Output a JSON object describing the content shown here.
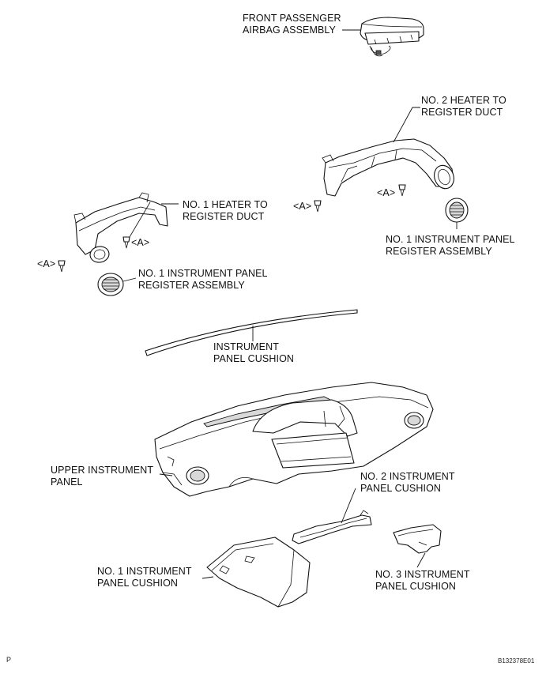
{
  "labels": {
    "airbag": [
      "FRONT PASSENGER",
      "AIRBAG ASSEMBLY"
    ],
    "heater_duct_2": [
      "NO. 2 HEATER TO",
      "REGISTER DUCT"
    ],
    "heater_duct_1": [
      "NO. 1 HEATER TO",
      "REGISTER DUCT"
    ],
    "register_right": [
      "NO. 1 INSTRUMENT PANEL",
      "REGISTER ASSEMBLY"
    ],
    "register_left": [
      "NO. 1 INSTRUMENT PANEL",
      "REGISTER ASSEMBLY"
    ],
    "panel_cushion": [
      "INSTRUMENT",
      "PANEL CUSHION"
    ],
    "upper_panel": [
      "UPPER INSTRUMENT",
      "PANEL"
    ],
    "cushion_2": [
      "NO. 2 INSTRUMENT",
      "PANEL CUSHION"
    ],
    "cushion_1": [
      "NO. 1 INSTRUMENT",
      "PANEL CUSHION"
    ],
    "cushion_3": [
      "NO. 3 INSTRUMENT",
      "PANEL CUSHION"
    ]
  },
  "clip_markers": {
    "left_outer": "<A>",
    "left_inner": "<A>",
    "right_outer": "<A>",
    "right_inner": "<A>"
  },
  "footer": {
    "corner_mark": "P",
    "figure_code": "B132378E01"
  }
}
